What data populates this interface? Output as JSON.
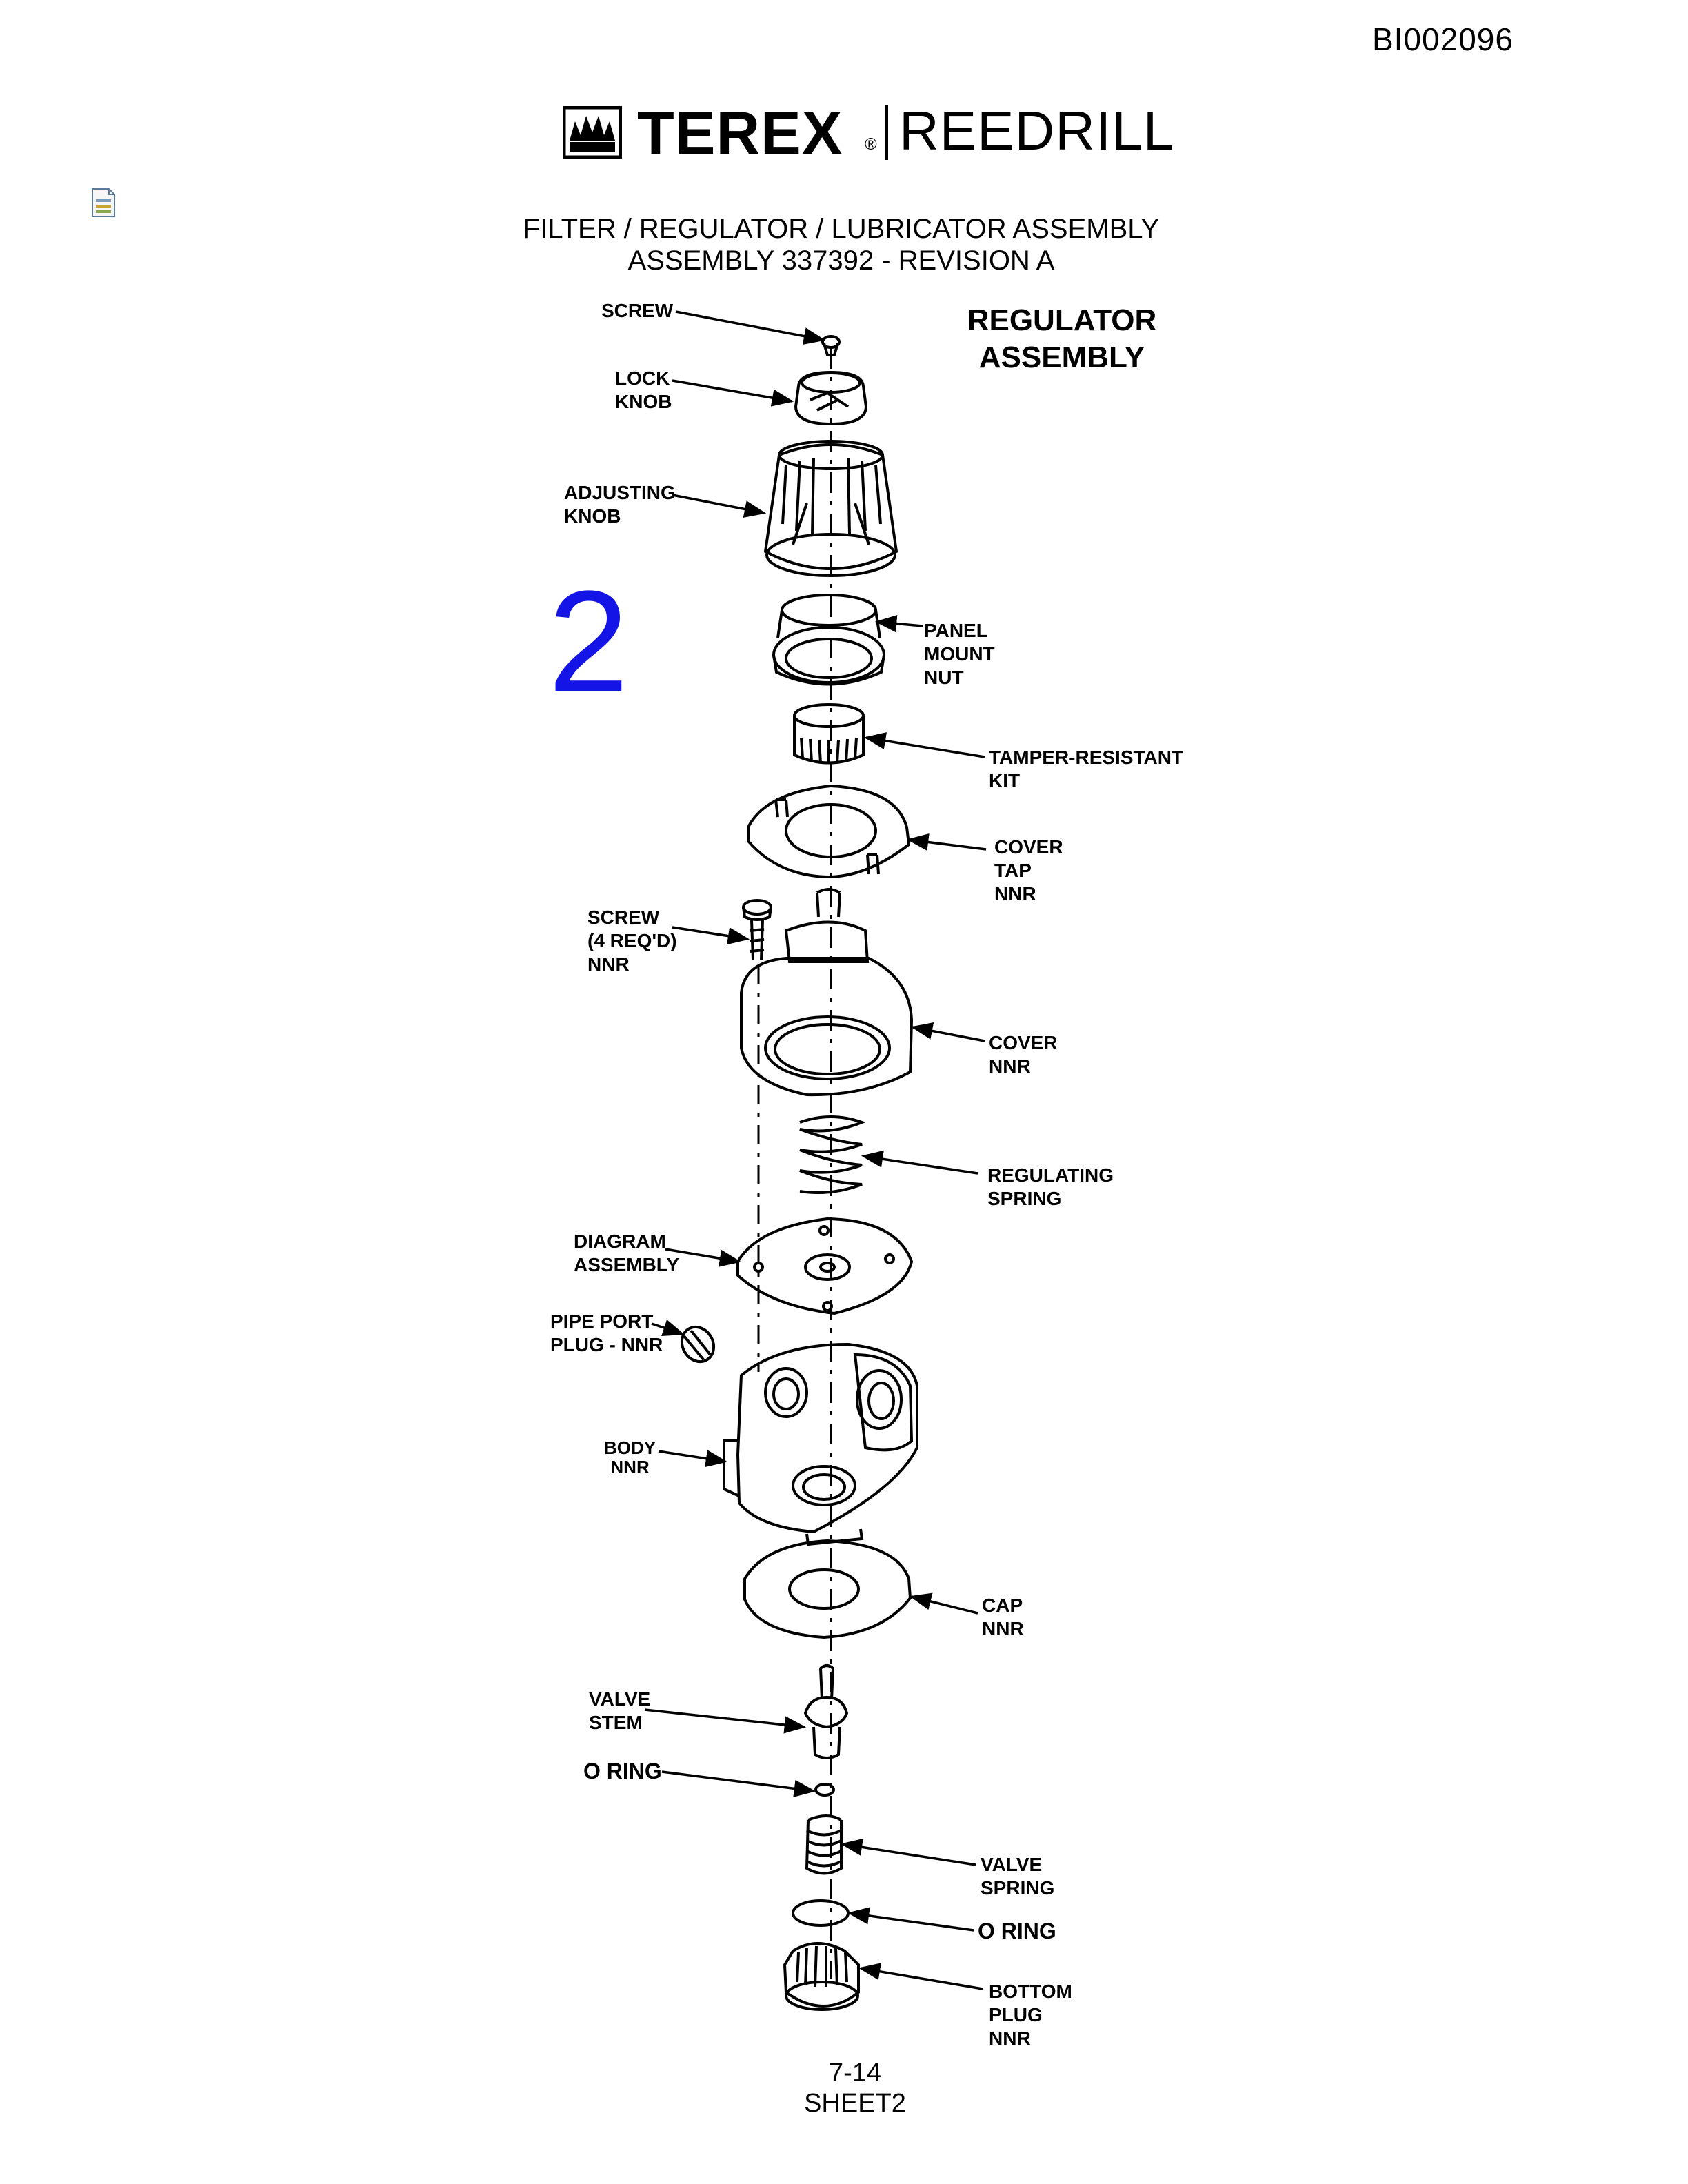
{
  "header": {
    "doc_id": "BI002096",
    "brand": "TEREX",
    "registered_mark": "®",
    "product": "REEDRILL"
  },
  "title": {
    "line1": "FILTER / REGULATOR / LUBRICATOR ASSEMBLY",
    "line2": "ASSEMBLY 337392 - REVISION A"
  },
  "section_title": "REGULATOR\nASSEMBLY",
  "sheet_number": "2",
  "accent_color": "#1414e6",
  "icons": [
    "document-attachment-icon",
    "terex-logo-icon"
  ],
  "parts": [
    {
      "label": "SCREW"
    },
    {
      "label": "LOCK\nKNOB"
    },
    {
      "label": "ADJUSTING\nKNOB"
    },
    {
      "label": "PANEL\nMOUNT\nNUT"
    },
    {
      "label": "TAMPER-RESISTANT\nKIT"
    },
    {
      "label": "COVER\nTAP\nNNR"
    },
    {
      "label": "SCREW\n(4 REQ'D)\nNNR"
    },
    {
      "label": "COVER\nNNR"
    },
    {
      "label": "REGULATING\nSPRING"
    },
    {
      "label": "DIAGRAM\nASSEMBLY"
    },
    {
      "label": "PIPE PORT\nPLUG - NNR"
    },
    {
      "label": "BODY\nNNR"
    },
    {
      "label": "CAP\nNNR"
    },
    {
      "label": "VALVE\nSTEM"
    },
    {
      "label": "O RING"
    },
    {
      "label": "VALVE\nSPRING"
    },
    {
      "label": "O RING"
    },
    {
      "label": "BOTTOM\nPLUG\nNNR"
    }
  ],
  "footer": {
    "page": "7-14",
    "sheet": "SHEET2"
  }
}
